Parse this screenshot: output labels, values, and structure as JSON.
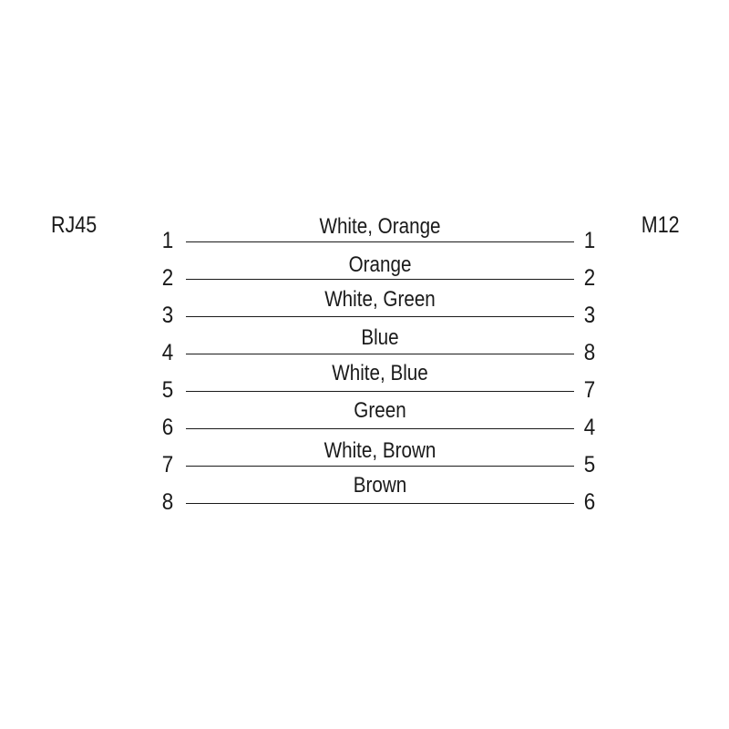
{
  "diagram": {
    "left_connector": "RJ45",
    "right_connector": "M12",
    "wires": [
      {
        "left_pin": "1",
        "label": "White, Orange",
        "right_pin": "1"
      },
      {
        "left_pin": "2",
        "label": "Orange",
        "right_pin": "2"
      },
      {
        "left_pin": "3",
        "label": "White, Green",
        "right_pin": "3"
      },
      {
        "left_pin": "4",
        "label": "Blue",
        "right_pin": "8"
      },
      {
        "left_pin": "5",
        "label": "White, Blue",
        "right_pin": "7"
      },
      {
        "left_pin": "6",
        "label": "Green",
        "right_pin": "4"
      },
      {
        "left_pin": "7",
        "label": "White, Brown",
        "right_pin": "5"
      },
      {
        "left_pin": "8",
        "label": "Brown",
        "right_pin": "6"
      }
    ]
  }
}
